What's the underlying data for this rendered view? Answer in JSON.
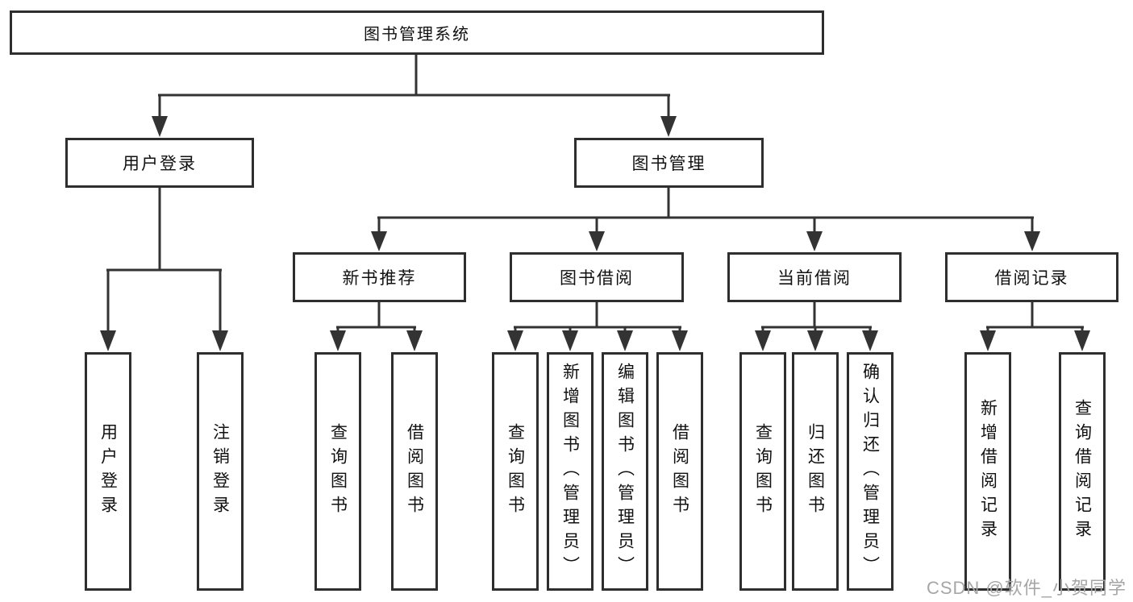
{
  "diagram_type": "functional-structure-tree",
  "colors": {
    "border": "#2e2e2e",
    "line": "#333333",
    "text": "#111111",
    "watermark": "#a6a6a6",
    "background": "#ffffff"
  },
  "tree": {
    "label": "图书管理系统",
    "children": [
      {
        "label": "用户登录",
        "children": [
          {
            "label": "用户登录"
          },
          {
            "label": "注销登录"
          }
        ]
      },
      {
        "label": "图书管理",
        "children": [
          {
            "label": "新书推荐",
            "children": [
              {
                "label": "查询图书"
              },
              {
                "label": "借阅图书"
              }
            ]
          },
          {
            "label": "图书借阅",
            "children": [
              {
                "label": "查询图书"
              },
              {
                "label": "新增图书（管理员）"
              },
              {
                "label": "编辑图书（管理员）"
              },
              {
                "label": "借阅图书"
              }
            ]
          },
          {
            "label": "当前借阅",
            "children": [
              {
                "label": "查询图书"
              },
              {
                "label": "归还图书"
              },
              {
                "label": "确认归还（管理员）"
              }
            ]
          },
          {
            "label": "借阅记录",
            "children": [
              {
                "label": "新增借阅记录"
              },
              {
                "label": "查询借阅记录"
              }
            ]
          }
        ]
      }
    ]
  },
  "watermark": {
    "text": "CSDN @软件_小贺同学"
  }
}
